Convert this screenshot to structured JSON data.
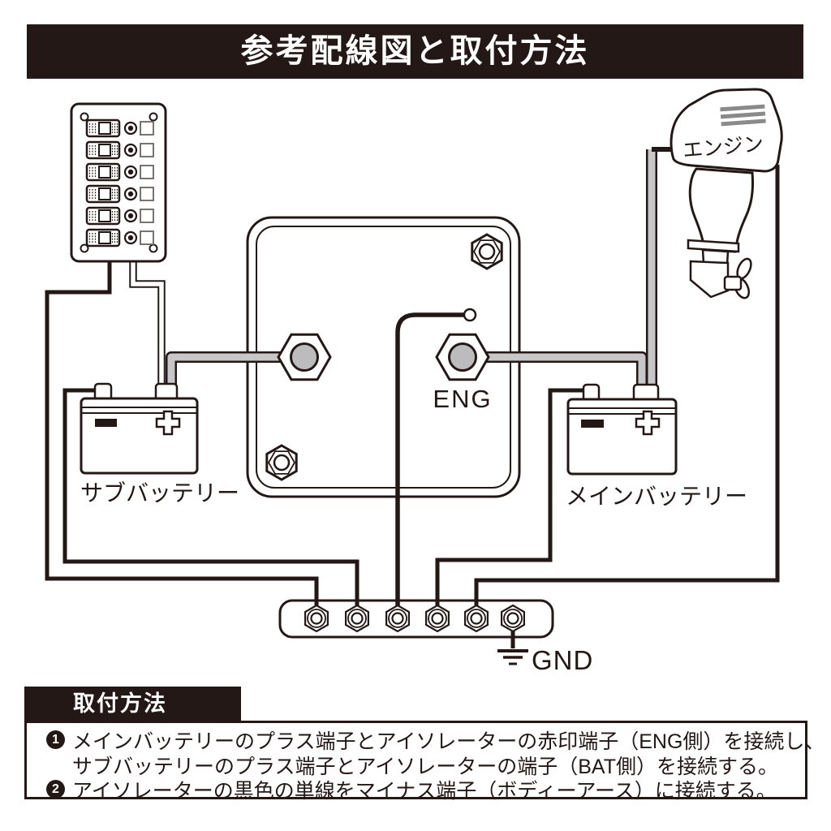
{
  "title": "参考配線図と取付方法",
  "colors": {
    "ink": "#231815",
    "wire_gray": "#c7c7c9",
    "terminal_gray": "#bcbcbe",
    "vent_gray": "#8a8a8a"
  },
  "diagram": {
    "labels": {
      "engine": "エンジン",
      "eng_terminal": "ENG",
      "sub_battery": "サブバッテリー",
      "main_battery": "メインバッテリー",
      "gnd": "GND"
    }
  },
  "howto": {
    "header": "取付方法",
    "steps": [
      {
        "number": "1",
        "text_line1": "メインバッテリーのプラス端子とアイソレーターの赤印端子（ENG側）を接続し、",
        "text_line2": "サブバッテリーのプラス端子とアイソレーターの端子（BAT側）を接続する。"
      },
      {
        "number": "2",
        "text_line1": "アイソレーターの黒色の単線をマイナス端子（ボディーアース）に接続する。"
      }
    ]
  }
}
